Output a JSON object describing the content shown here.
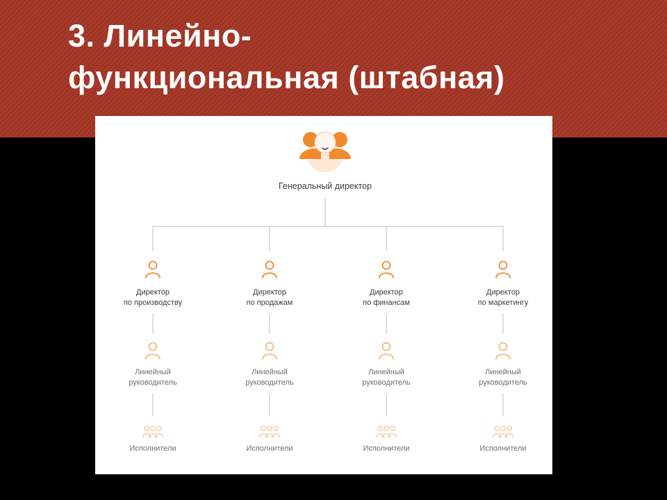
{
  "slide": {
    "title_line1": "3. Линейно-",
    "title_line2": "функциональная (штабная)",
    "band_color": "#a93a2a",
    "accent_color": "#f08a2c"
  },
  "diagram": {
    "general_director": {
      "label": "Генеральный директор",
      "icon": "person-avatar-icon"
    },
    "columns": [
      {
        "director": [
          "Директор",
          "по производству"
        ],
        "manager": [
          "Линейный",
          "руководитель"
        ],
        "staff": "Исполнители"
      },
      {
        "director": [
          "Директор",
          "по продажам"
        ],
        "manager": [
          "Линейный",
          "руководитель"
        ],
        "staff": "Исполнители"
      },
      {
        "director": [
          "Директор",
          "по финансам"
        ],
        "manager": [
          "Линейный",
          "руководитель"
        ],
        "staff": "Исполнители"
      },
      {
        "director": [
          "Директор",
          "по маркетингу"
        ],
        "manager": [
          "Линейный",
          "руководитель"
        ],
        "staff": "Исполнители"
      }
    ],
    "icons": {
      "director": "person-icon",
      "manager": "person-icon",
      "staff": "people-group-icon"
    }
  }
}
